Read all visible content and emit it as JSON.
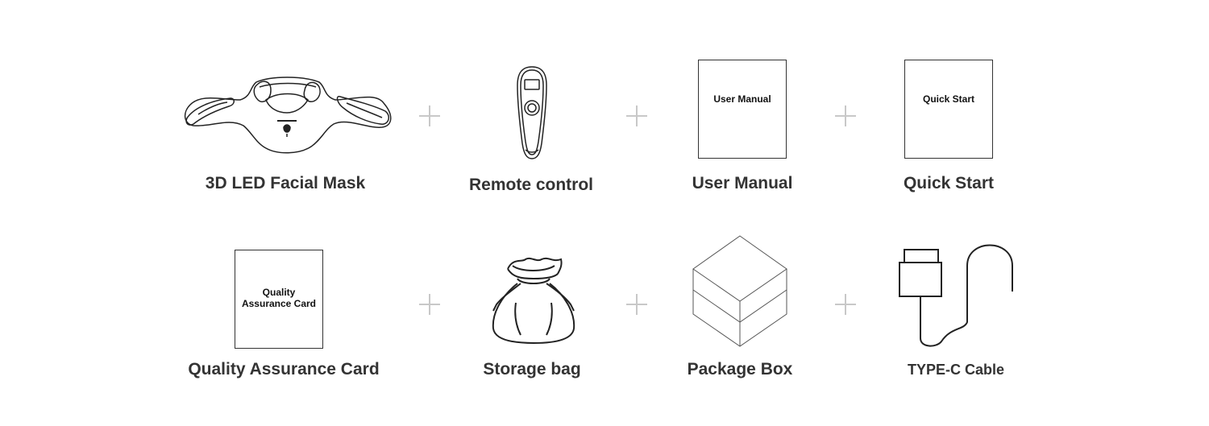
{
  "items": [
    {
      "caption": "3D LED Facial Mask"
    },
    {
      "caption": "Remote control"
    },
    {
      "caption": "User Manual",
      "doc_text": "User Manual"
    },
    {
      "caption": "Quick Start",
      "doc_text": "Quick Start"
    },
    {
      "caption": "Quality Assurance Card",
      "doc_text": "Quality Assurance Card"
    },
    {
      "caption": "Storage bag"
    },
    {
      "caption": "Package Box"
    },
    {
      "caption": "TYPE-C Cable"
    }
  ]
}
